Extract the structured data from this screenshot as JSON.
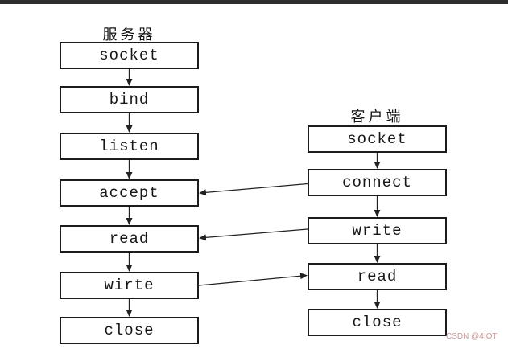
{
  "server": {
    "title": "服务器",
    "steps": [
      "socket",
      "bind",
      "listen",
      "accept",
      "read",
      "wirte",
      "close"
    ]
  },
  "client": {
    "title": "客户端",
    "steps": [
      "socket",
      "connect",
      "write",
      "read",
      "close"
    ]
  },
  "cross_links": [
    {
      "from": "client.connect",
      "to": "server.accept",
      "direction": "left"
    },
    {
      "from": "client.write",
      "to": "server.read",
      "direction": "left"
    },
    {
      "from": "server.wirte",
      "to": "client.read",
      "direction": "right"
    }
  ],
  "watermark": "CSDN @4IOT",
  "colors": {
    "box_border": "#1c1c1c",
    "line": "#222222",
    "top_bar": "#2e2e2e",
    "watermark": "#c79a9a",
    "background": "#ffffff"
  }
}
